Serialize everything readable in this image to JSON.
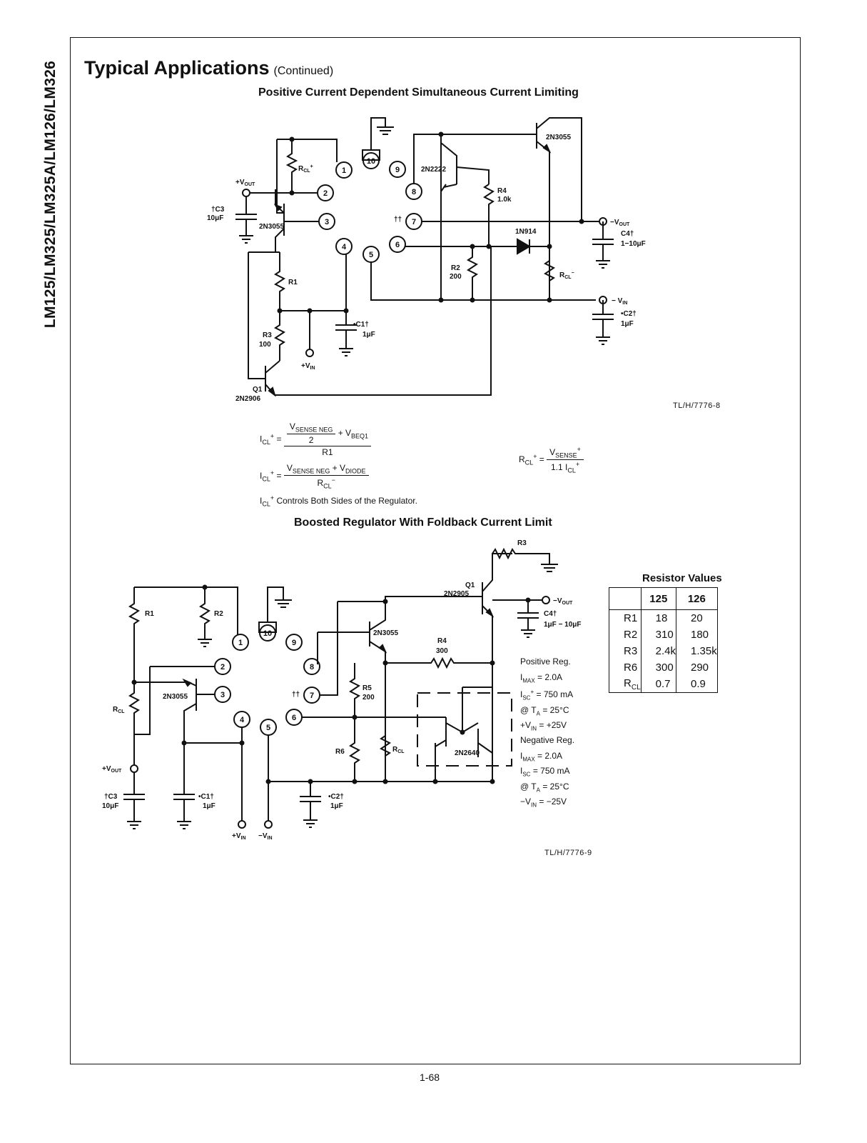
{
  "side_label": "LM125/LM325/LM325A/LM126/LM326",
  "page_title": "Typical Applications",
  "page_title_suffix": "(Continued)",
  "fig1": {
    "title": "Positive Current Dependent Simultaneous Current Limiting",
    "code": "TL/H/7776-8",
    "pins": [
      "1",
      "2",
      "3",
      "4",
      "5",
      "6",
      "7",
      "8",
      "9",
      "10"
    ],
    "labels": {
      "rcl_plus": "R",
      "rcl_plus_sub": "CL",
      "rcl_plus_sup": "+",
      "vout_pos": "+V",
      "vout_pos_sub": "OUT",
      "c3": "†C3",
      "c3_val": "10μF",
      "q_2n3055": "2N3055",
      "q_2n2222": "2N2222",
      "q_2n3055_b": "2N3055",
      "r4": "R4",
      "r4_val": "1.0k",
      "dagger": "††",
      "vout_neg": "−V",
      "vout_neg_sub": "OUT",
      "c4": "C4†",
      "c4_val": "1−10μF",
      "d_1n914": "1N914",
      "r2": "R2",
      "r2_val": "200",
      "rcl_minus": "R",
      "rcl_minus_sub": "CL",
      "rcl_minus_sup": "−",
      "vin_neg": "− V",
      "vin_neg_sub": "IN",
      "c2": "•C2†",
      "c2_val": "1μF",
      "r1": "R1",
      "c1": "•C1†",
      "c1_val": "1μF",
      "r3": "R3",
      "r3_val": "100",
      "vin_pos": "+V",
      "vin_pos_sub": "IN",
      "q1": "Q1",
      "q1_part": "2N2906"
    }
  },
  "equations": {
    "icl_lhs": "I",
    "icl_sub": "CL",
    "icl_sup": "+",
    "eq1_num_a": "V",
    "eq1_num_a_sub": "SENSE NEG",
    "eq1_two": "2",
    "eq1_plus": "+ V",
    "eq1_plus_sub": "BEQ1",
    "eq1_den": "R1",
    "eq2_num": "V",
    "eq2_num_sub": "SENSE NEG",
    "eq2_num_b": " + V",
    "eq2_num_b_sub": "DIODE",
    "eq2_den": "R",
    "eq2_den_sub": "CL",
    "eq2_den_sup": "−",
    "rcl_lhs": "R",
    "rcl_lhs_sub": "CL",
    "rcl_lhs_sup": "+",
    "rcl_num": "V",
    "rcl_num_sub": "SENSE",
    "rcl_num_sup": "+",
    "rcl_den": "1.1 I",
    "rcl_den_sub": "CL",
    "rcl_den_sup": "+",
    "note": "Controls Both Sides of the Regulator."
  },
  "fig2": {
    "title": "Boosted Regulator With Foldback Current Limit",
    "code": "TL/H/7776-9",
    "pins": [
      "1",
      "2",
      "3",
      "4",
      "5",
      "6",
      "7",
      "8",
      "9",
      "10"
    ],
    "labels": {
      "r3": "R3",
      "q1": "Q1",
      "q1_part": "2N2905",
      "vout_neg": "−V",
      "vout_neg_sub": "OUT",
      "c4": "C4†",
      "c4_val": "1μF − 10μF",
      "r1": "R1",
      "r2": "R2",
      "q_2n3055_top": "2N3055",
      "r4": "R4",
      "r4_val": "300",
      "r5": "R5",
      "r5_val": "200",
      "dagger": "††",
      "q_2n3055_left": "2N3055",
      "rcl_left": "R",
      "rcl_left_sub": "CL",
      "r6": "R6",
      "rcl_mid": "R",
      "rcl_mid_sub": "CL",
      "q_2n2640": "2N2640",
      "vout_pos": "+V",
      "vout_pos_sub": "OUT",
      "c3": "†C3",
      "c3_val": "10μF",
      "c1": "•C1†",
      "c1_val": "1μF",
      "c2": "•C2†",
      "c2_val": "1μF",
      "vin_pos": "+V",
      "vin_pos_sub": "IN",
      "vin_neg": "−V",
      "vin_neg_sub": "IN"
    }
  },
  "resistor_table": {
    "title": "Resistor Values",
    "headers": [
      "",
      "125",
      "126"
    ],
    "rows": [
      {
        "name": "R1",
        "v125": "18",
        "v126": "20"
      },
      {
        "name": "R2",
        "v125": "310",
        "v126": "180"
      },
      {
        "name": "R3",
        "v125": "2.4k",
        "v126": "1.35k"
      },
      {
        "name": "R6",
        "v125": "300",
        "v126": "290"
      },
      {
        "name": "R",
        "name_sub": "CL",
        "v125": "0.7",
        "v126": "0.9"
      }
    ]
  },
  "specs": {
    "pos_title": "Positive Reg.",
    "pos_imax": "= 2.0A",
    "pos_isc": "= 750 mA",
    "pos_ta": "= 25°C",
    "pos_vin": "= +25V",
    "neg_title": "Negative Reg.",
    "neg_imax": "= 2.0A",
    "neg_isc": "= 750 mA",
    "neg_ta": "= 25°C",
    "neg_vin": "= −25V"
  },
  "page_number": "1-68"
}
